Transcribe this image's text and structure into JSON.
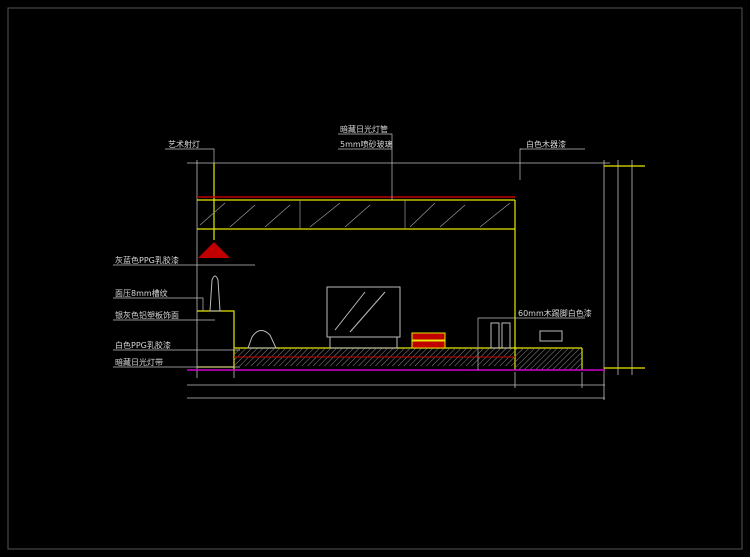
{
  "drawing": {
    "title": "TV background wall elevation",
    "labels": {
      "art_spotlight": "艺术射灯",
      "hidden_tube": "暗藏日光灯管",
      "frosted_glass": "5mm喷砂玻璃",
      "white_wood_paint": "白色木器漆",
      "grey_blue_paint": "灰蓝色PPG乳胶漆",
      "groove": "面压8mm槽纹",
      "silver_panel": "银灰色铝塑板饰面",
      "white_paint": "白色PPG乳胶漆",
      "hidden_strip": "暗藏日光灯带",
      "skirting": "60mm木踢脚白色漆"
    },
    "colors": {
      "yellow": "#e8e800",
      "red": "#c00000",
      "magenta": "#d000d0",
      "line": "#bfbfbf"
    }
  }
}
